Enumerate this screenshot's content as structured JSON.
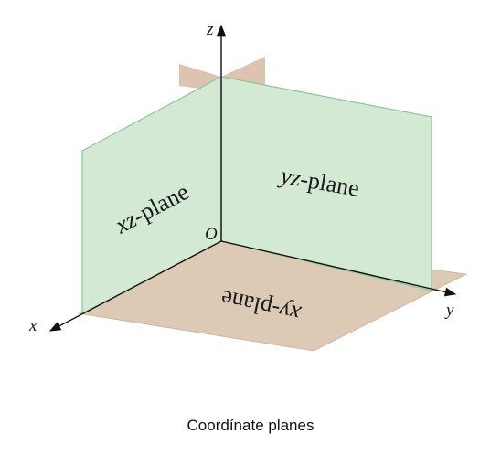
{
  "diagram": {
    "axes": {
      "x": "x",
      "y": "y",
      "z": "z",
      "origin": "O"
    },
    "planes": {
      "xz": {
        "italic": "xz",
        "suffix": "-plane"
      },
      "yz": {
        "italic": "yz",
        "suffix": "-plane"
      },
      "xy": {
        "italic": "xy",
        "suffix": "-plane"
      }
    },
    "colors": {
      "xy_plane_fill": "#dccab5",
      "vertical_plane_fill": "#d3e9d3",
      "vertical_plane_edge": "#8cc69a",
      "back_plane_fill": "#dcc4b0",
      "axis": "#111111"
    }
  },
  "caption": "Coordínate planes"
}
